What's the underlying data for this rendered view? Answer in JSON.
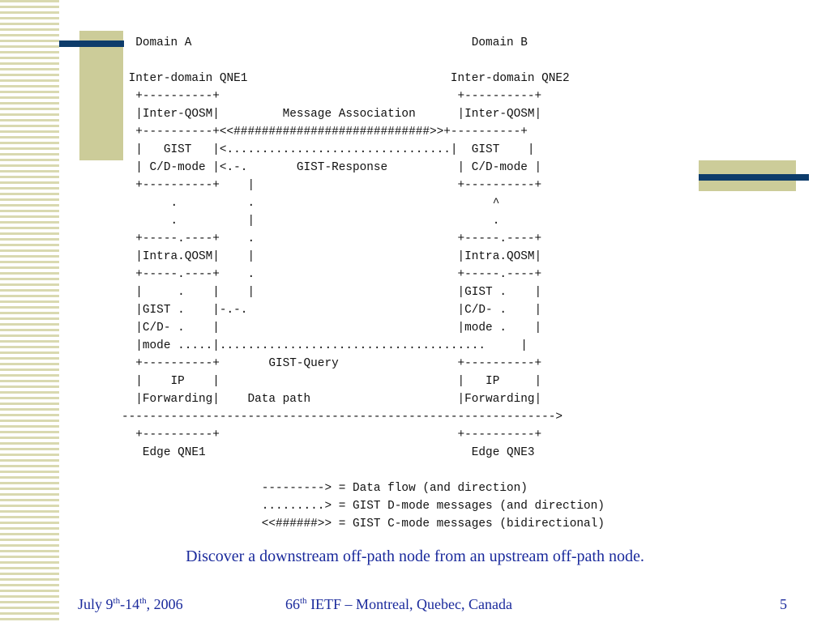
{
  "diagram": {
    "lines": [
      "  Domain A                                        Domain B",
      "",
      " Inter-domain QNE1                             Inter-domain QNE2",
      "  +----------+                                  +----------+",
      "  |Inter-QOSM|         Message Association      |Inter-QOSM|",
      "  +----------+<<############################>>+----------+",
      "  |   GIST   |<................................|  GIST    |",
      "  | C/D-mode |<.-.       GIST-Response          | C/D-mode |",
      "  +----------+    |                             +----------+",
      "       .          .                                  ^",
      "       .          |                                  .",
      "  +-----.----+    .                             +-----.----+",
      "  |Intra.QOSM|    |                             |Intra.QOSM|",
      "  +-----.----+    .                             +-----.----+",
      "  |     .    |    |                             |GIST .    |",
      "  |GIST .    |-.-.                              |C/D- .    |",
      "  |C/D- .    |                                  |mode .    |",
      "  |mode .....|......................................     |",
      "  +----------+       GIST-Query                 +----------+",
      "  |    IP    |                                  |   IP     |",
      "  |Forwarding|    Data path                     |Forwarding|",
      "-------------------------------------------------------------->",
      "  +----------+                                  +----------+",
      "   Edge QNE1                                      Edge QNE3",
      "",
      "                    ---------> = Data flow (and direction)",
      "                    .........> = GIST D-mode messages (and direction)",
      "                    <<######>> = GIST C-mode messages (bidirectional)"
    ]
  },
  "caption": "Discover a downstream off-path node from an upstream off-path node.",
  "footer": {
    "date_month": "July 9",
    "date_sup1": "th",
    "date_mid": "-14",
    "date_sup2": "th",
    "date_end": ", 2006",
    "event_num": "66",
    "event_sup": "th",
    "event_rest": " IETF – Montreal, Quebec, Canada",
    "page_number": "5"
  },
  "colors": {
    "accent_text": "#1a2a9c",
    "deco_block": "#cccc99",
    "deco_bar": "#0d3c6b"
  }
}
